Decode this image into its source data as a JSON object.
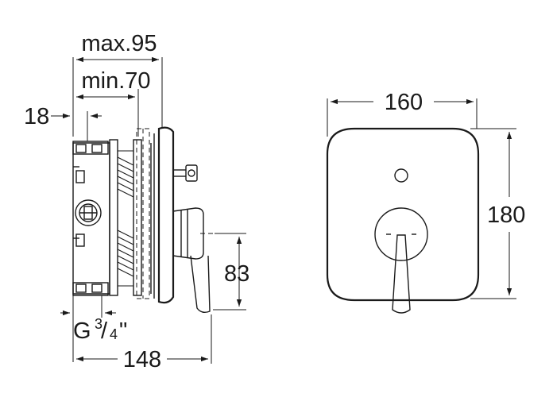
{
  "side_view": {
    "dim_max_depth": "max.95",
    "dim_min_depth": "min.70",
    "dim_offset": "18",
    "dim_connection_main": "G",
    "dim_connection_num": "3",
    "dim_connection_den": "4",
    "dim_connection_unit": "\"",
    "dim_lever_height": "83",
    "dim_total_length": "148"
  },
  "front_view": {
    "dim_width": "160",
    "dim_height": "180"
  }
}
